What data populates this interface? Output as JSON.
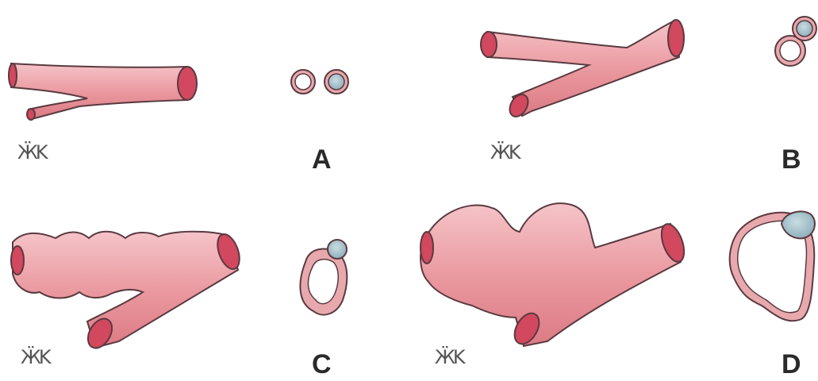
{
  "panels": [
    {
      "label": "A",
      "mark": "ӜK"
    },
    {
      "label": "B",
      "mark": "ӜK"
    },
    {
      "label": "C",
      "mark": "ӜK"
    },
    {
      "label": "D",
      "mark": "ӜK"
    }
  ],
  "colors": {
    "vessel_fill": "#e9929a",
    "vessel_light": "#f6c2c6",
    "vessel_end": "#d2485e",
    "outline": "#5a3a40",
    "cross_section_pink": "#e8a9ae",
    "cross_section_blue": "#a9c3cc"
  }
}
